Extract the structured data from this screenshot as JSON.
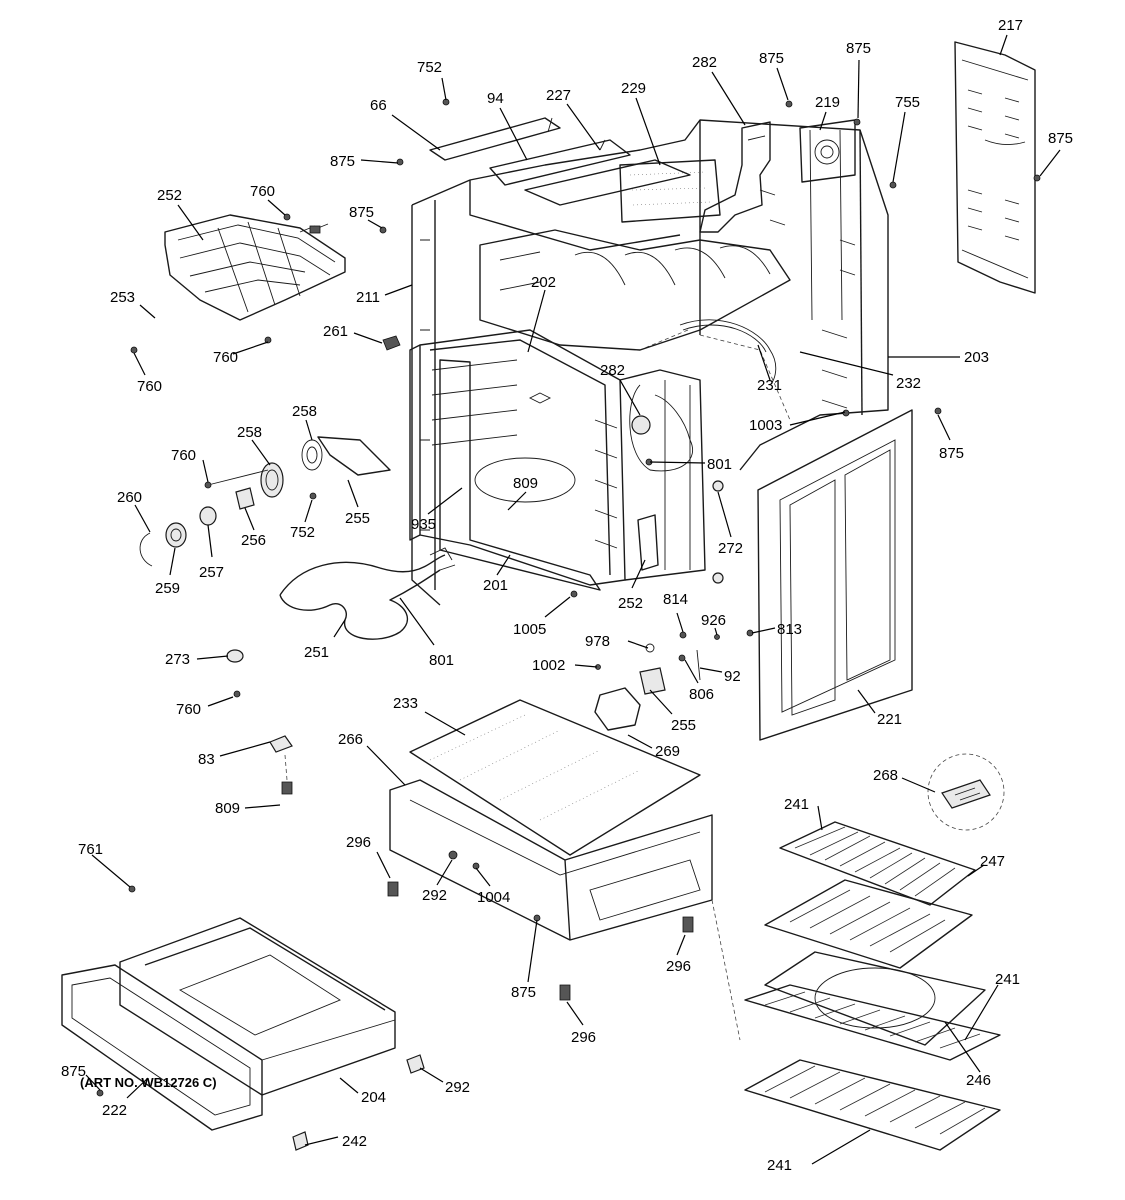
{
  "diagram": {
    "art_number": "(ART NO. WB12726 C)",
    "callouts": [
      {
        "id": "c752a",
        "label": "752"
      },
      {
        "id": "c94",
        "label": "94"
      },
      {
        "id": "c227",
        "label": "227"
      },
      {
        "id": "c229",
        "label": "229"
      },
      {
        "id": "c282a",
        "label": "282"
      },
      {
        "id": "c875a",
        "label": "875"
      },
      {
        "id": "c875b",
        "label": "875"
      },
      {
        "id": "c217",
        "label": "217"
      },
      {
        "id": "c66",
        "label": "66"
      },
      {
        "id": "c219",
        "label": "219"
      },
      {
        "id": "c755",
        "label": "755"
      },
      {
        "id": "c875c",
        "label": "875"
      },
      {
        "id": "c875d",
        "label": "875"
      },
      {
        "id": "c252a",
        "label": "252"
      },
      {
        "id": "c760a",
        "label": "760"
      },
      {
        "id": "c875e",
        "label": "875"
      },
      {
        "id": "c211",
        "label": "211"
      },
      {
        "id": "c202",
        "label": "202"
      },
      {
        "id": "c253",
        "label": "253"
      },
      {
        "id": "c261",
        "label": "261"
      },
      {
        "id": "c760b",
        "label": "760"
      },
      {
        "id": "c760c",
        "label": "760"
      },
      {
        "id": "c203",
        "label": "203"
      },
      {
        "id": "c282b",
        "label": "282"
      },
      {
        "id": "c232",
        "label": "232"
      },
      {
        "id": "c231",
        "label": "231"
      },
      {
        "id": "c1003",
        "label": "1003"
      },
      {
        "id": "c875f",
        "label": "875"
      },
      {
        "id": "c258a",
        "label": "258"
      },
      {
        "id": "c258b",
        "label": "258"
      },
      {
        "id": "c760d",
        "label": "760"
      },
      {
        "id": "c801a",
        "label": "801"
      },
      {
        "id": "c260",
        "label": "260"
      },
      {
        "id": "c809a",
        "label": "809"
      },
      {
        "id": "c255a",
        "label": "255"
      },
      {
        "id": "c935",
        "label": "935"
      },
      {
        "id": "c256",
        "label": "256"
      },
      {
        "id": "c752b",
        "label": "752"
      },
      {
        "id": "c272",
        "label": "272"
      },
      {
        "id": "c257",
        "label": "257"
      },
      {
        "id": "c259",
        "label": "259"
      },
      {
        "id": "c201",
        "label": "201"
      },
      {
        "id": "c252b",
        "label": "252"
      },
      {
        "id": "c814",
        "label": "814"
      },
      {
        "id": "c1005",
        "label": "1005"
      },
      {
        "id": "c926",
        "label": "926"
      },
      {
        "id": "c813",
        "label": "813"
      },
      {
        "id": "c978",
        "label": "978"
      },
      {
        "id": "c251",
        "label": "251"
      },
      {
        "id": "c801b",
        "label": "801"
      },
      {
        "id": "c273",
        "label": "273"
      },
      {
        "id": "c1002",
        "label": "1002"
      },
      {
        "id": "c92",
        "label": "92"
      },
      {
        "id": "c806",
        "label": "806"
      },
      {
        "id": "c760e",
        "label": "760"
      },
      {
        "id": "c233",
        "label": "233"
      },
      {
        "id": "c255b",
        "label": "255"
      },
      {
        "id": "c221",
        "label": "221"
      },
      {
        "id": "c266",
        "label": "266"
      },
      {
        "id": "c269",
        "label": "269"
      },
      {
        "id": "c83",
        "label": "83"
      },
      {
        "id": "c268",
        "label": "268"
      },
      {
        "id": "c809b",
        "label": "809"
      },
      {
        "id": "c241a",
        "label": "241"
      },
      {
        "id": "c247",
        "label": "247"
      },
      {
        "id": "c296a",
        "label": "296"
      },
      {
        "id": "c761",
        "label": "761"
      },
      {
        "id": "c292a",
        "label": "292"
      },
      {
        "id": "c1004",
        "label": "1004"
      },
      {
        "id": "c296b",
        "label": "296"
      },
      {
        "id": "c875g",
        "label": "875"
      },
      {
        "id": "c241b",
        "label": "241"
      },
      {
        "id": "c296c",
        "label": "296"
      },
      {
        "id": "c246",
        "label": "246"
      },
      {
        "id": "c875h",
        "label": "875"
      },
      {
        "id": "c292b",
        "label": "292"
      },
      {
        "id": "c204",
        "label": "204"
      },
      {
        "id": "c222",
        "label": "222"
      },
      {
        "id": "c242",
        "label": "242"
      },
      {
        "id": "c241c",
        "label": "241"
      }
    ]
  }
}
